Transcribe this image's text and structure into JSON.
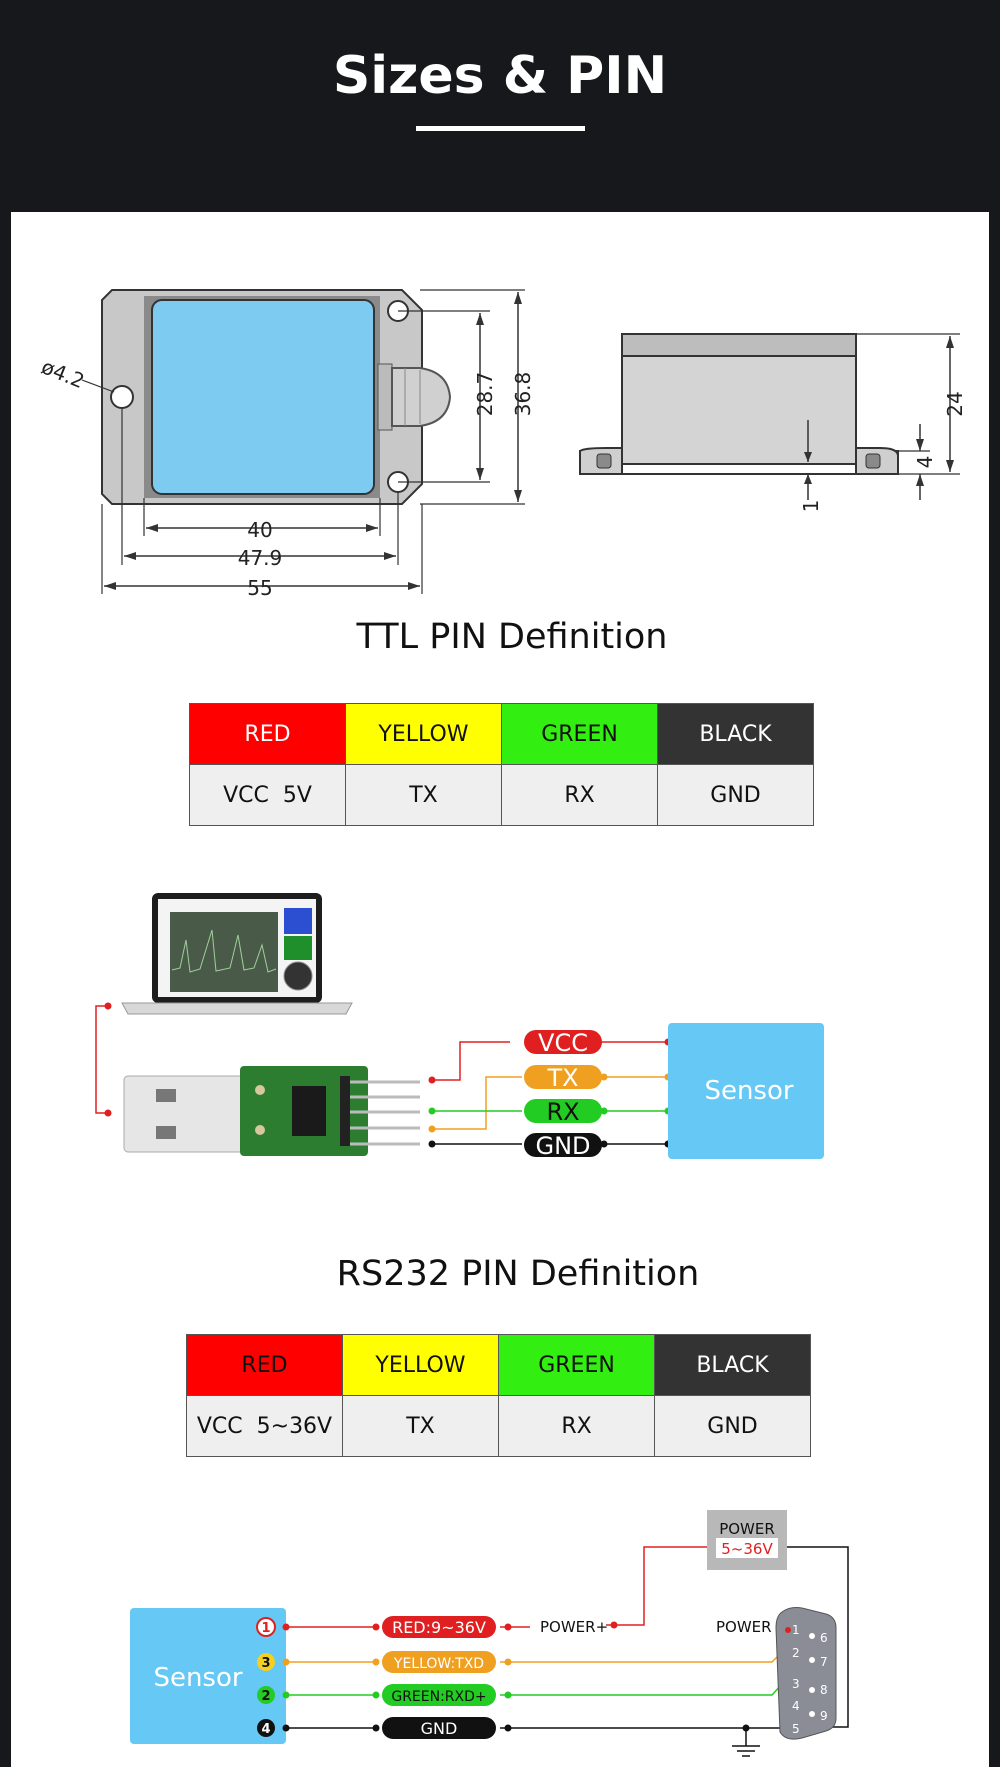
{
  "header": {
    "title": "Sizes & PIN"
  },
  "dimensions": {
    "hole_diameter": "ø4.2",
    "d_28_7": "28.7",
    "d_36_8": "36.8",
    "d_40": "40",
    "d_47_9": "47.9",
    "d_55": "55",
    "d_24": "24",
    "d_4": "4",
    "d_1": "1"
  },
  "ttl": {
    "title": "TTL PIN Definition",
    "colors": [
      "RED",
      "YELLOW",
      "GREEN",
      "BLACK"
    ],
    "values": [
      "VCC  5V",
      "TX",
      "RX",
      "GND"
    ]
  },
  "ttl_wiring": {
    "sensor_label": "Sensor",
    "wires": [
      "VCC",
      "TX",
      "RX",
      "GND"
    ]
  },
  "rs232": {
    "title": "RS232 PIN Definition",
    "colors": [
      "RED",
      "YELLOW",
      "GREEN",
      "BLACK"
    ],
    "values": [
      "VCC  5~36V",
      "TX",
      "RX",
      "GND"
    ]
  },
  "rs232_wiring": {
    "sensor_label": "Sensor",
    "pin_numbers": [
      "1",
      "3",
      "2",
      "4"
    ],
    "wire_labels": [
      "RED:9~36V",
      "YELLOW:TXD",
      "GREEN:RXD+",
      "GND"
    ],
    "power_plus": "POWER+",
    "power_box_title": "POWER",
    "power_box_range": "5~36V",
    "connector_label": "POWER",
    "connector_pins": [
      "1",
      "2",
      "3",
      "4",
      "5",
      "6",
      "7",
      "8",
      "9"
    ]
  },
  "colors": {
    "red": "#ff0000",
    "yellow": "#ffff00",
    "green": "#33ee11",
    "black": "#333333",
    "sensor": "#66c8f5",
    "module_blue": "#7ecbf2",
    "wire_red": "#e02020",
    "wire_orange": "#f0a020",
    "wire_green": "#22cc22"
  }
}
